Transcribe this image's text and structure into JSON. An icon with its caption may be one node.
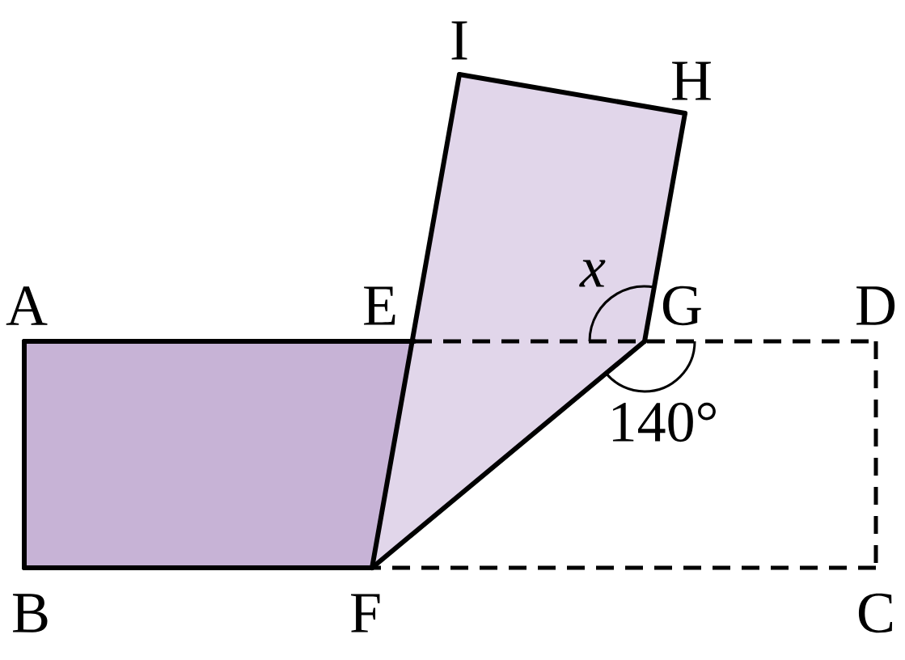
{
  "diagram": {
    "labels": [
      "I",
      "H",
      "x",
      "A",
      "E",
      "G",
      "D",
      "140°",
      "B",
      "F",
      "C"
    ]
  }
}
